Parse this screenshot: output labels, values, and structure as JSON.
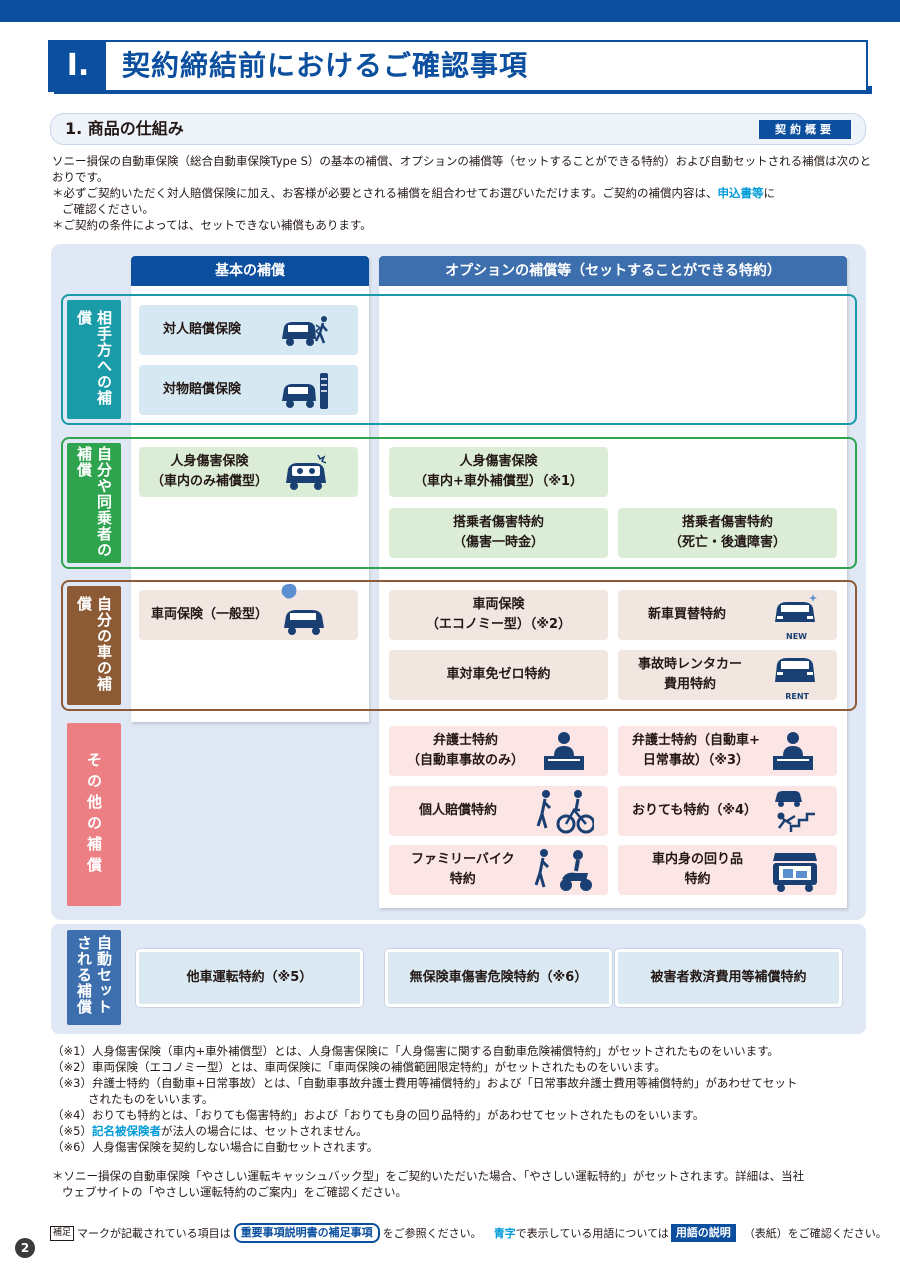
{
  "section": {
    "number": "I.",
    "title": "契約締結前におけるご確認事項"
  },
  "subsection": {
    "title": "1. 商品の仕組み",
    "badge": "契約概要"
  },
  "intro": {
    "line1": "ソニー損保の自動車保険（総合自動車保険Type S）の基本の補償、オプションの補償等（セットすることができる特約）および自動セットされる補償は次のとおりです。",
    "line2_pre": "＊必ずご契約いただく対人賠償保険に加え、お客様が必要とされる補償を組合わせてお選びいただけます。ご契約の補償内容は、",
    "line2_hl": "申込書等",
    "line2_post": "に",
    "line3": "ご確認ください。",
    "line4": "＊ご契約の条件によっては、セットできない補償もあります。"
  },
  "columns": {
    "basic": "基本の補償",
    "option": "オプションの補償等（セットすることができる特約）"
  },
  "groups": {
    "third_party": "相手方への補償",
    "self": "自分や同乗者の補償",
    "car": "自分の車の補償",
    "other": "その他の補償",
    "auto": "自動セットされる補償"
  },
  "boxes": {
    "taijin": "対人賠償保険",
    "taibutsu": "対物賠償保険",
    "jinshin_in": "人身傷害保険\n（車内のみ補償型）",
    "jinshin_all": "人身傷害保険\n（車内+車外補償型）（※1）",
    "tojo_once": "搭乗者傷害特約\n（傷害一時金）",
    "tojo_death": "搭乗者傷害特約\n（死亡・後遺障害）",
    "sharyo_general": "車両保険（一般型）",
    "sharyo_eco": "車両保険\n（エコノミー型）（※2）",
    "shinsha": "新車買替特約",
    "menseki": "車対車免ゼロ特約",
    "rentacar": "事故時レンタカー\n費用特約",
    "bengoshi_car": "弁護士特約\n（自動車事故のみ）",
    "bengoshi_all": "弁護士特約（自動車+\n日常事故）（※3）",
    "kojin": "個人賠償特約",
    "oritemo": "おりても特約（※4）",
    "family_bike": "ファミリーバイク\n特約",
    "shanai": "車内身の回り品\n特約",
    "tasha": "他車運転特約（※5）",
    "muhoken": "無保険車傷害危険特約（※6）",
    "higaisha": "被害者救済費用等補償特約"
  },
  "icons": {
    "new": "NEW",
    "rent": "RENT"
  },
  "notes": {
    "n1": "（※1）人身傷害保険（車内+車外補償型）とは、人身傷害保険に「人身傷害に関する自動車危険補償特約」がセットされたものをいいます。",
    "n2": "（※2）車両保険（エコノミー型）とは、車両保険に「車両保険の補償範囲限定特約」がセットされたものをいいます。",
    "n3a": "（※3）弁護士特約（自動車+日常事故）とは、「自動車事故弁護士費用等補償特約」および「日常事故弁護士費用等補償特約」があわせてセット",
    "n3b": "されたものをいいます。",
    "n4": "（※4）おりても特約とは、「おりても傷害特約」および「おりても身の回り品特約」があわせてセットされたものをいいます。",
    "n5_pre": "（※5）",
    "n5_hl": "記名被保険者",
    "n5_post": "が法人の場合には、セットされません。",
    "n6": "（※6）人身傷害保険を契約しない場合に自動セットされます。"
  },
  "note2": {
    "a": "＊ソニー損保の自動車保険「やさしい運転キャッシュバック型」をご契約いただいた場合、「やさしい運転特約」がセットされます。詳細は、当社",
    "b": "ウェブサイトの「やさしい運転特約のご案内」をご確認ください。"
  },
  "footer": {
    "hosoku": "補足",
    "t1": "マークが記載されている項目は",
    "ref": "重要事項説明書の補足事項",
    "t2": "をご参照ください。",
    "blue": "青字",
    "t3": "で表示している用語については",
    "term": "用語の説明",
    "t4": "（表紙）をご確認ください。"
  },
  "page": "2",
  "colors": {
    "navy": "#0b4f9e",
    "teal": "#1a9ba8",
    "green": "#2fa44f",
    "brown": "#8c5a34",
    "pink": "#eb7f84",
    "header2": "#3d6fae"
  }
}
